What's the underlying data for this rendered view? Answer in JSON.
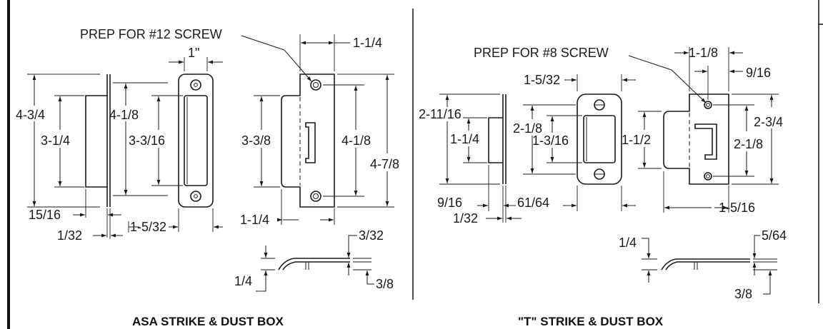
{
  "asa": {
    "caption": "ASA STRIKE & DUST BOX",
    "note": "PREP FOR #12 SCREW",
    "dims": {
      "box_overall_height": "4-3/4",
      "box_inner_height": "3-1/4",
      "box_depth": "15/16",
      "box_flange": "1/32",
      "box_pocket_height": "4-1/8",
      "front_width": "1\"",
      "front_height": "3-3/16",
      "front_flange_width": "1-5/32",
      "strike_width": "1-1/4",
      "strike_lip_height": "3-3/8",
      "strike_hole_spacing": "4-1/8",
      "strike_overall_height": "4-7/8",
      "strike_base_width": "1-1/4",
      "side_thickness": "3/32",
      "side_bend": "1/4",
      "side_depth": "3/8"
    }
  },
  "t": {
    "caption": "\"T\" STRIKE & DUST BOX",
    "note": "PREP FOR #8 SCREW",
    "dims": {
      "box_overall_height": "2-11/16",
      "box_inner_height": "1-1/4",
      "box_depth": "9/16",
      "box_flange": "1/32",
      "front_width": "1-5/32",
      "front_pocket_height": "2-1/8",
      "front_height": "1-3/16",
      "front_flange_width": "61/64",
      "strike_width": "1-1/8",
      "strike_offset": "9/16",
      "strike_lip_height": "1-1/2",
      "strike_overall_height": "2-3/4",
      "strike_hole_spacing": "2-1/8",
      "strike_base_width": "1-5/16",
      "side_thickness": "5/64",
      "side_bend": "1/4",
      "side_depth": "3/8"
    }
  }
}
